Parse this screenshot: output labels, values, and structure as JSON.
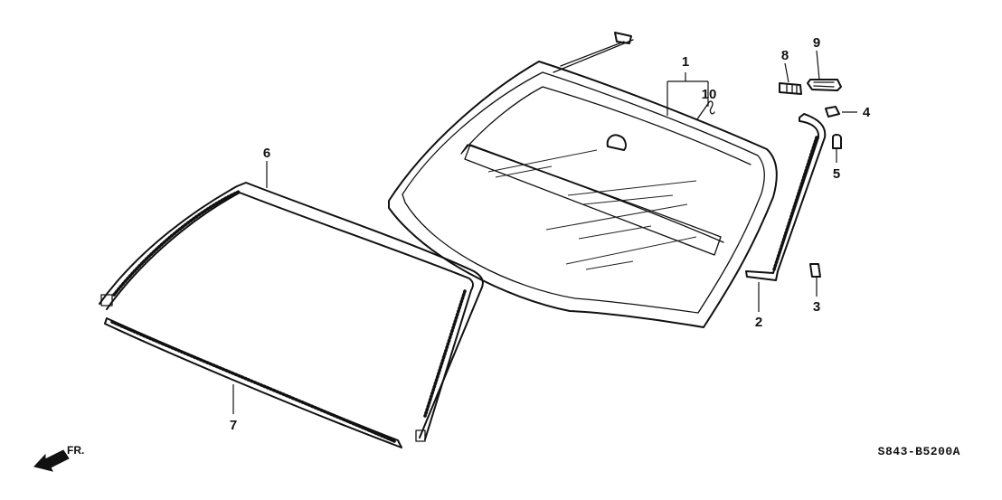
{
  "callouts": [
    {
      "id": "1",
      "part": "windshield-glass"
    },
    {
      "id": "2",
      "part": "side-molding-right"
    },
    {
      "id": "3",
      "part": "lower-clip"
    },
    {
      "id": "4",
      "part": "upper-clip"
    },
    {
      "id": "5",
      "part": "fastener"
    },
    {
      "id": "6",
      "part": "upper-molding"
    },
    {
      "id": "7",
      "part": "lower-seal"
    },
    {
      "id": "8",
      "part": "spacer"
    },
    {
      "id": "9",
      "part": "mirror-base"
    },
    {
      "id": "10",
      "part": "wire-clip"
    }
  ],
  "direction_label": "FR.",
  "diagram_code": "S843-B5200A"
}
